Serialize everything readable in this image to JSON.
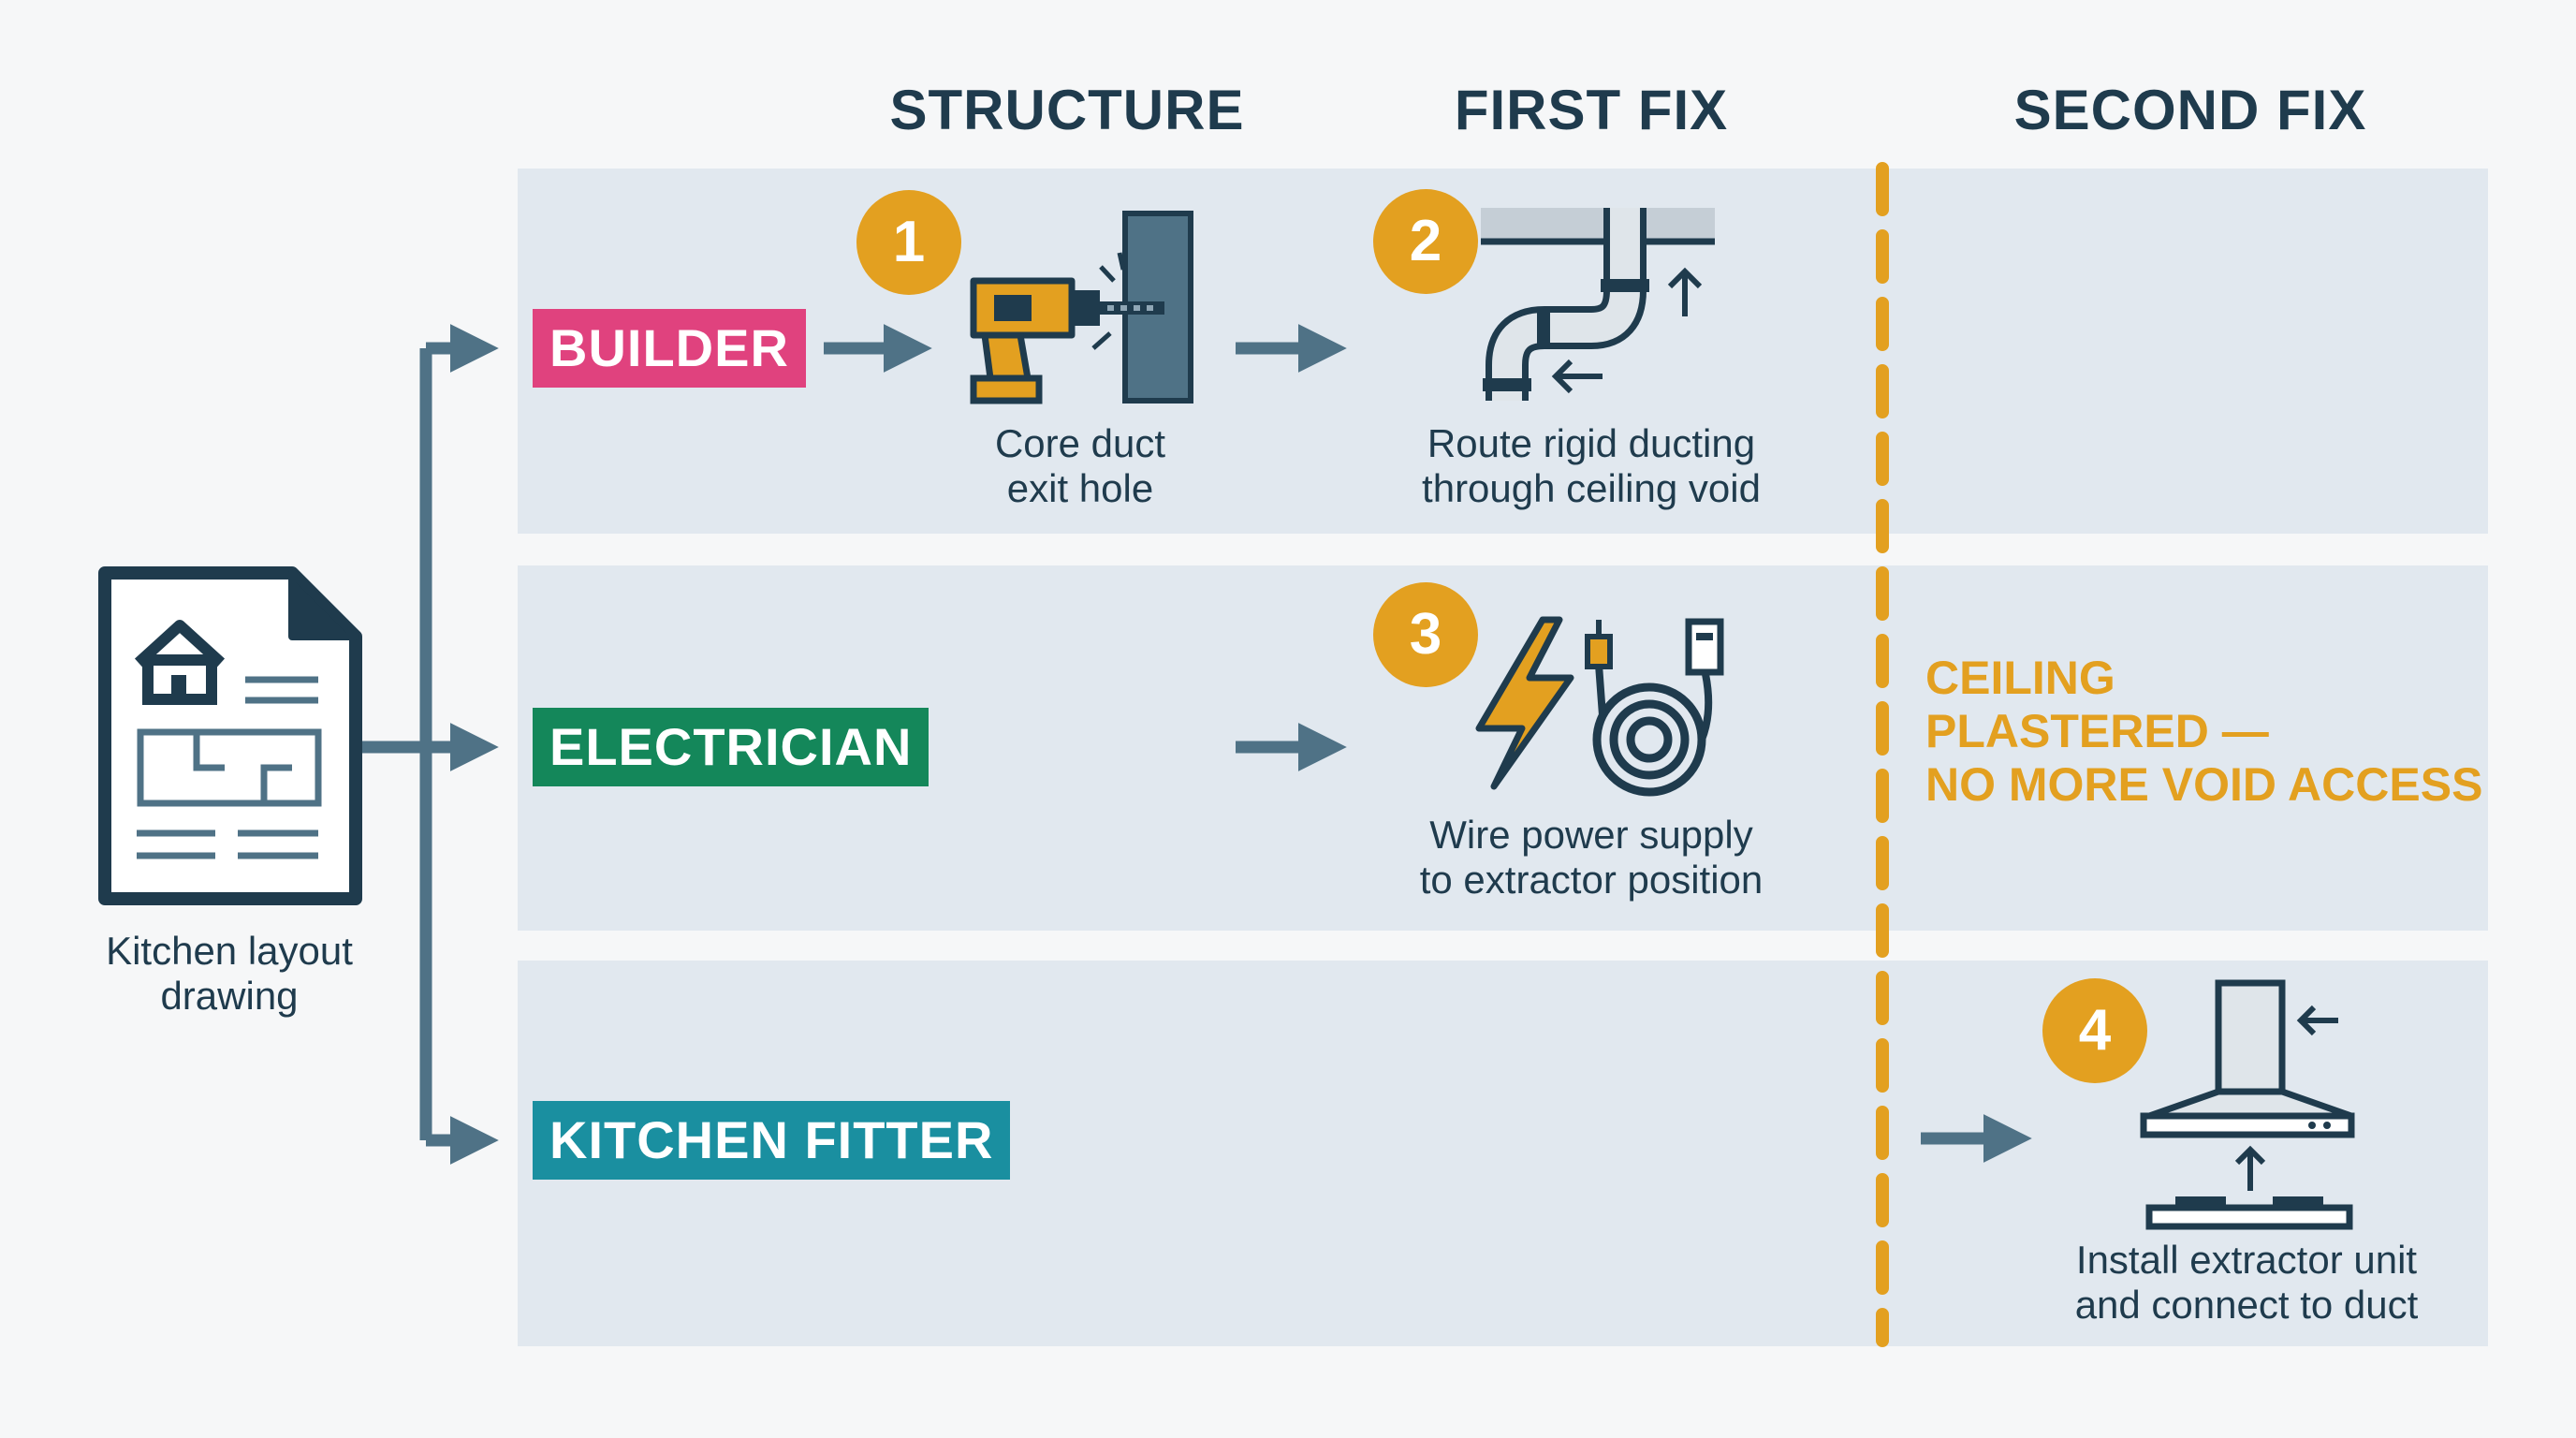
{
  "columns": {
    "structure": "STRUCTURE",
    "first_fix": "FIRST FIX",
    "second_fix": "SECOND FIX"
  },
  "source": {
    "label_line1": "Kitchen layout",
    "label_line2": "drawing",
    "icon": "floor-plan-document-icon"
  },
  "roles": {
    "builder": {
      "label": "BUILDER",
      "color": "#e0427e"
    },
    "electrician": {
      "label": "ELECTRICIAN",
      "color": "#14875a"
    },
    "kitchen_fitter": {
      "label": "KITCHEN FITTER",
      "color": "#1a8fa0"
    }
  },
  "steps": [
    {
      "number": "1",
      "line1": "Core duct",
      "line2": "exit hole",
      "icon": "drill-icon"
    },
    {
      "number": "2",
      "line1": "Route rigid ducting",
      "line2": "through ceiling void",
      "icon": "duct-pipe-icon"
    },
    {
      "number": "3",
      "line1": "Wire power supply",
      "line2": "to extractor position",
      "icon": "power-cable-icon"
    },
    {
      "number": "4",
      "line1": "Install extractor unit",
      "line2": "and connect to duct",
      "icon": "extractor-hood-icon"
    }
  ],
  "warning": {
    "line1": "CEILING",
    "line2": "PLASTERED —",
    "line3": "NO MORE VOID ACCESS"
  },
  "colors": {
    "accent": "#e3a020",
    "ink": "#1f3b4d",
    "arrow": "#4f7286",
    "lane": "#e1e8ef"
  }
}
